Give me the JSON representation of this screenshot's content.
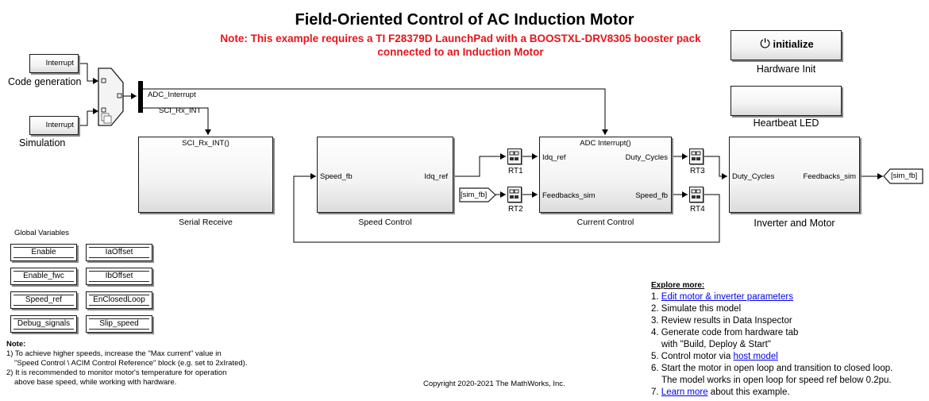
{
  "title": "Field-Oriented Control of AC Induction Motor",
  "note_red": {
    "line1": "Note: This example requires a TI F28379D LaunchPad with a BOOSTXL-DRV8305 booster pack",
    "line2": "connected to an Induction Motor"
  },
  "interrupts": {
    "top_block": "Interrupt",
    "top_caption": "Code generation",
    "bottom_block": "Interrupt",
    "bottom_caption": "Simulation"
  },
  "bus": {
    "adc_label": "ADC_Interrupt",
    "sci_label": "SCI_Rx_INT"
  },
  "hardware_init": {
    "button_label": "initialize",
    "caption": "Hardware Init"
  },
  "heartbeat": {
    "caption": "Heartbeat LED"
  },
  "serial_receive": {
    "header": "SCI_Rx_INT()",
    "caption": "Serial Receive"
  },
  "speed_control": {
    "in_port": "Speed_fb",
    "out_port": "Idq_ref",
    "caption": "Speed Control"
  },
  "current_control": {
    "header": "ADC Interrupt()",
    "in_port_1": "Idq_ref",
    "in_port_2": "Feedbacks_sim",
    "out_port_1": "Duty_Cycles",
    "out_port_2": "Speed_fb",
    "caption": "Current Control"
  },
  "inverter_motor": {
    "in_port": "Duty_Cycles",
    "out_port": "Feedbacks_sim",
    "caption": "Inverter and Motor"
  },
  "rate_transitions": {
    "rt1": "RT1",
    "rt2": "RT2",
    "rt3": "RT3",
    "rt4": "RT4"
  },
  "from_tag": "[sim_fb]",
  "goto_tag": "[sim_fb]",
  "global_variables": {
    "header": "Global Variables",
    "items": [
      "Enable",
      "IaOffset",
      "Enable_fwc",
      "IbOffset",
      "Speed_ref",
      "EnClosedLoop",
      "Debug_signals",
      "Slip_speed"
    ]
  },
  "notes": {
    "title": "Note:",
    "line1": "1) To achieve higher speeds, increase the \"Max current\" value in",
    "line2": "\"Speed Control \\ ACIM Control Reference\" block (e.g. set to 2xIrated).",
    "line3": "2) It is recommended to monitor motor's temperature for operation",
    "line4": "above base speed, while working with hardware."
  },
  "copyright": "Copyright 2020-2021 The MathWorks, Inc.",
  "explore": {
    "title": "Explore more:",
    "s1_num": "1. ",
    "s1_link": "Edit motor & inverter parameters",
    "s2": "2. Simulate this model",
    "s3": "3. Review results in Data Inspector",
    "s4a": "4. Generate code from hardware tab",
    "s4b": "with \"Build, Deploy & Start\"",
    "s5_pre": "5. Control motor via ",
    "s5_link": "host model",
    "s6a": "6. Start the motor in open loop and transition to closed loop.",
    "s6b": "The model works in open loop for speed ref below 0.2pu.",
    "s7_pre": "7. ",
    "s7_link": "Learn more",
    "s7_post": " about this example."
  },
  "colors": {
    "note_red": "#e8141a",
    "link": "#0000ee"
  }
}
